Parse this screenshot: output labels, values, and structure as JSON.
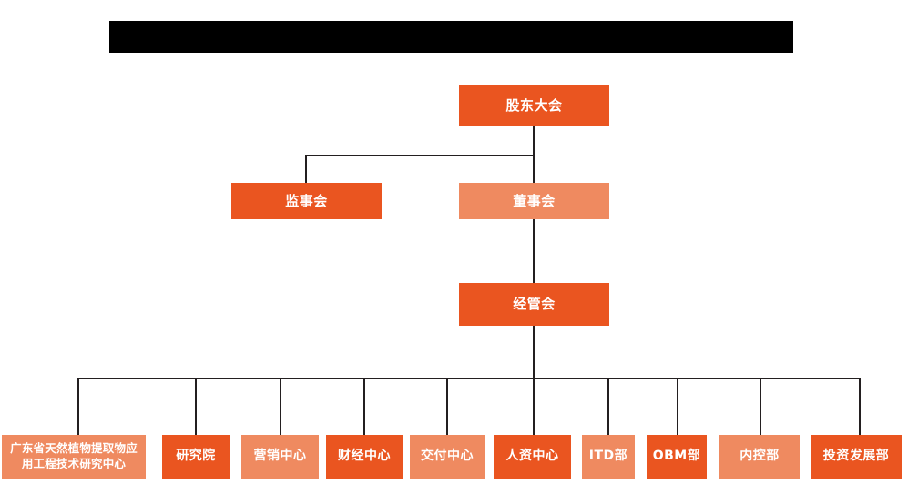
{
  "chart_data": {
    "type": "diagram",
    "title": "",
    "diagram_kind": "organization-chart",
    "orientation": "top-down",
    "colors": {
      "accent_dark": "#EA5520",
      "accent_light": "#EF8A60",
      "connector": "#231F20",
      "background": "#FFFFFF",
      "redaction": "#000000",
      "node_text": "#FFFFFF"
    },
    "levels": [
      {
        "level": 1,
        "nodes": [
          "股东大会"
        ]
      },
      {
        "level": 2,
        "nodes": [
          "监事会",
          "董事会"
        ]
      },
      {
        "level": 3,
        "nodes": [
          "经管会"
        ]
      },
      {
        "level": 4,
        "nodes": [
          "广东省天然植物提取物应用工程技术研究中心",
          "研究院",
          "营销中心",
          "财经中心",
          "交付中心",
          "人资中心",
          "ITD部",
          "OBM部",
          "内控部",
          "投资发展部"
        ]
      }
    ],
    "edges": [
      {
        "from": "股东大会",
        "to": "监事会"
      },
      {
        "from": "股东大会",
        "to": "董事会"
      },
      {
        "from": "董事会",
        "to": "经管会"
      },
      {
        "from": "经管会",
        "to": "广东省天然植物提取物应用工程技术研究中心"
      },
      {
        "from": "经管会",
        "to": "研究院"
      },
      {
        "from": "经管会",
        "to": "营销中心"
      },
      {
        "from": "经管会",
        "to": "财经中心"
      },
      {
        "from": "经管会",
        "to": "交付中心"
      },
      {
        "from": "经管会",
        "to": "人资中心"
      },
      {
        "from": "经管会",
        "to": "ITD部"
      },
      {
        "from": "经管会",
        "to": "OBM部"
      },
      {
        "from": "经管会",
        "to": "内控部"
      },
      {
        "from": "经管会",
        "to": "投资发展部"
      }
    ]
  },
  "banner": {
    "redacted": true,
    "text": ""
  },
  "tier1": {
    "shareholders_meeting": {
      "label": "股东大会",
      "tone": "dark"
    }
  },
  "tier2": {
    "board_of_supervisors": {
      "label": "监事会",
      "tone": "dark"
    },
    "board_of_directors": {
      "label": "董事会",
      "tone": "light"
    }
  },
  "tier3": {
    "management_committee": {
      "label": "经管会",
      "tone": "dark"
    }
  },
  "tier4": {
    "departments": [
      {
        "label_line1": "广东省天然植物提取物应",
        "label_line2": "用工程技术研究中心",
        "label": "广东省天然植物提取物应用工程技术研究中心",
        "tone": "light"
      },
      {
        "label": "研究院",
        "tone": "dark"
      },
      {
        "label": "营销中心",
        "tone": "light"
      },
      {
        "label": "财经中心",
        "tone": "dark"
      },
      {
        "label": "交付中心",
        "tone": "light"
      },
      {
        "label": "人资中心",
        "tone": "dark"
      },
      {
        "label": "ITD部",
        "tone": "light"
      },
      {
        "label": "OBM部",
        "tone": "dark"
      },
      {
        "label": "内控部",
        "tone": "light"
      },
      {
        "label": "投资发展部",
        "tone": "dark"
      }
    ]
  }
}
